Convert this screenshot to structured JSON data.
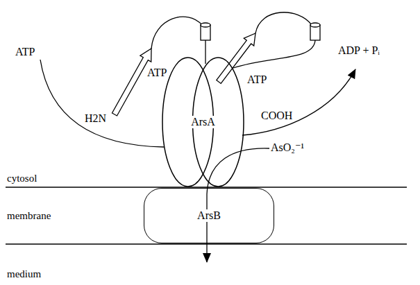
{
  "diagram": {
    "nodes": [
      {
        "text": [
          "ArsA"
        ]
      },
      {
        "text": [
          "ArsB"
        ]
      }
    ],
    "labels": [
      "ATP",
      "H2N",
      "ATP",
      "ATP",
      "ADP + Pᵢ",
      "COOH",
      "AsO₂⁻¹",
      "cytosol",
      "membrane",
      "medium"
    ]
  }
}
